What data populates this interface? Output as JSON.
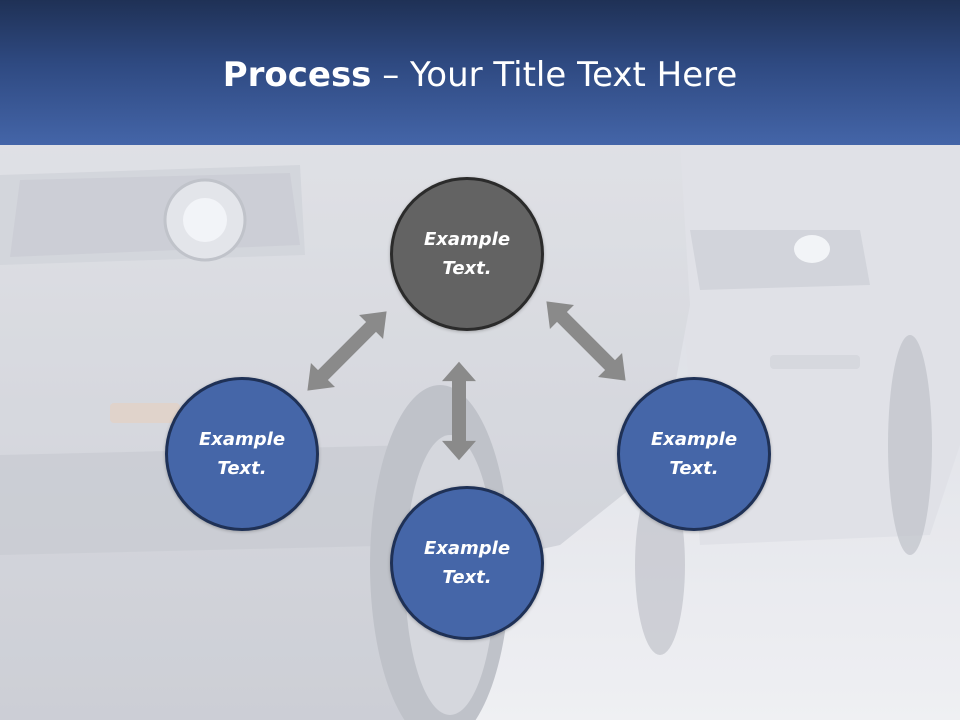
{
  "slide": {
    "title_bold": "Process",
    "title_rest": " – Your Title Text Here"
  },
  "nodes": {
    "center": "Example\nText.",
    "left": "Example\nText.",
    "bottom": "Example\nText.",
    "right": "Example\nText."
  },
  "colors": {
    "header_top": "#1f3156",
    "header_bottom": "#4465a8",
    "node_blue": "#4566a8",
    "node_center": "#636363",
    "arrow": "#8a8a8a"
  }
}
